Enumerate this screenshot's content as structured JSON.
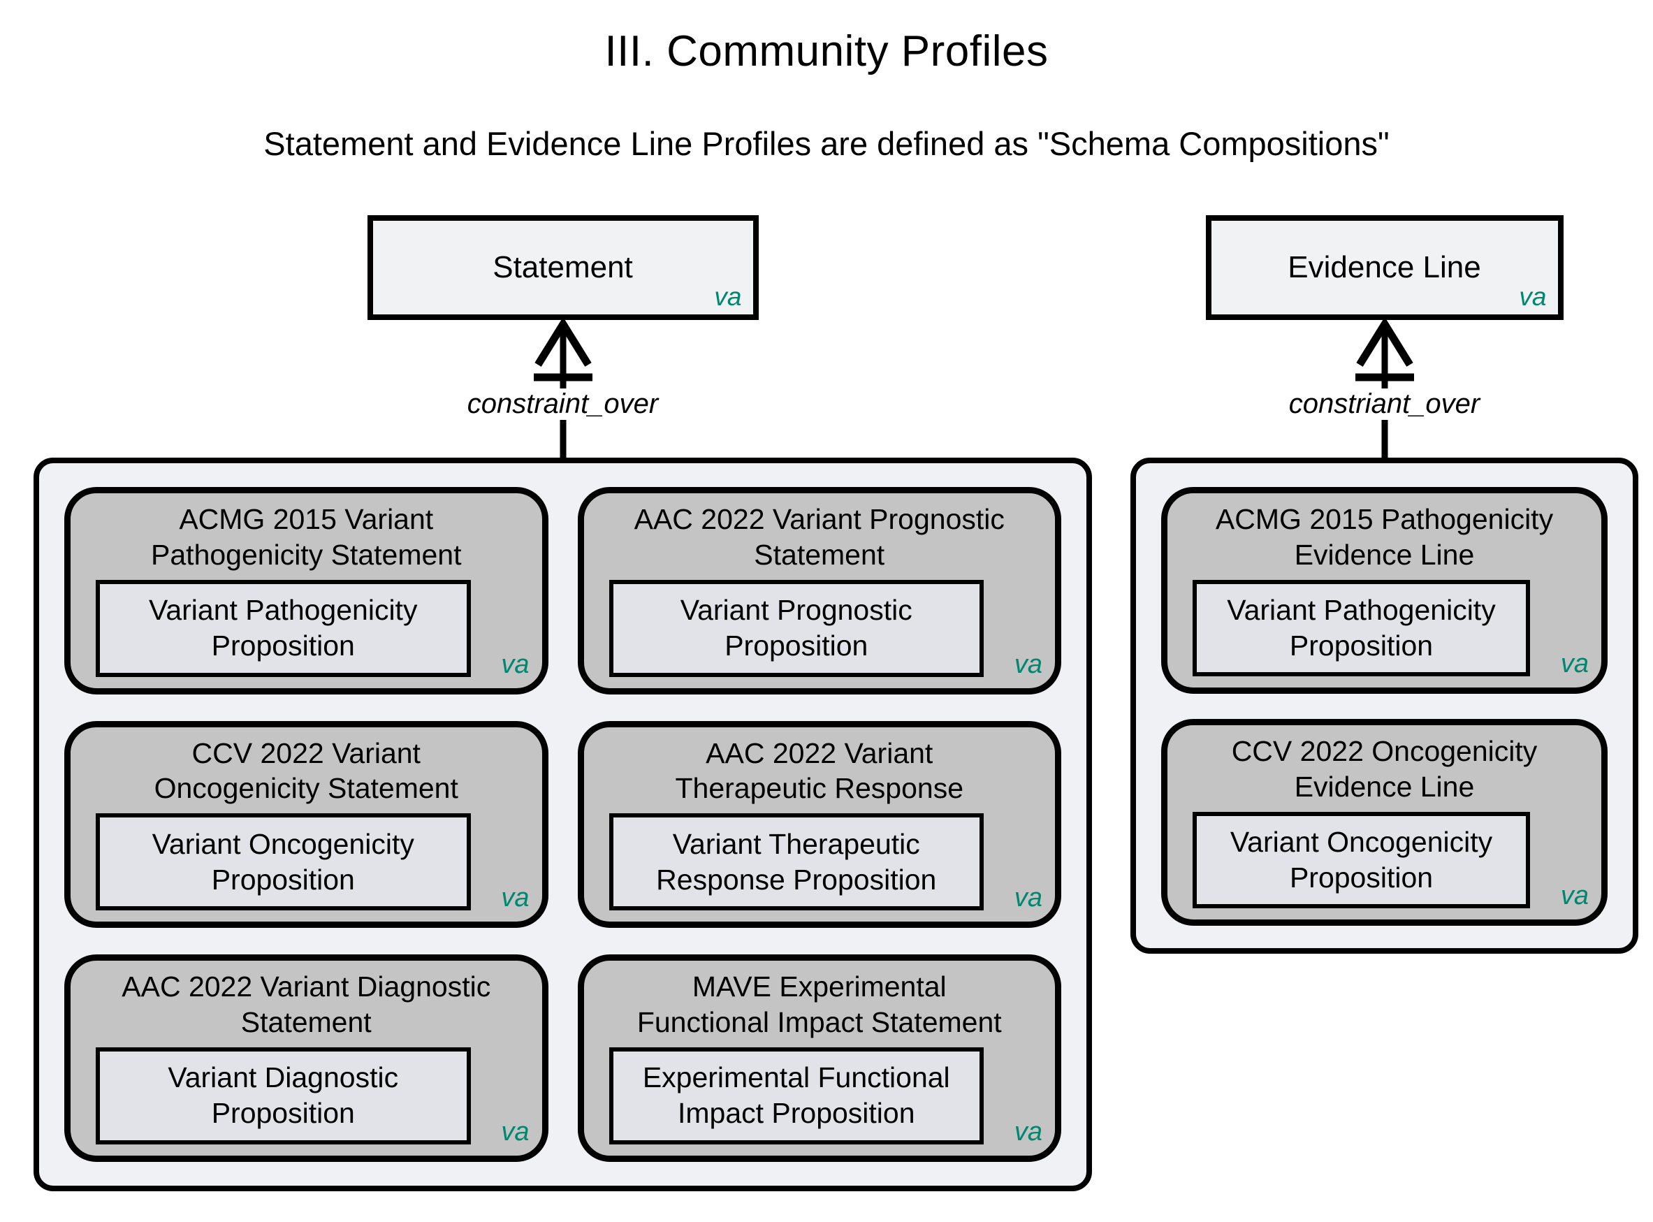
{
  "title": "III. Community Profiles",
  "subtitle": "Statement and Evidence Line Profiles are defined as \"Schema Compositions\"",
  "va_tag": "va",
  "colors": {
    "teal": "#00876F",
    "card-gray": "#c4c4c4",
    "container-gray": "#f0f1f4",
    "inner-gray": "#e1e3e8",
    "parent-gray": "#f1f2f4",
    "line-black": "#000000"
  },
  "left": {
    "parent": "Statement",
    "edge_label": "constraint_over",
    "profiles": [
      {
        "title": "ACMG 2015 Variant\nPathogenicity Statement",
        "proposition": "Variant Pathogenicity\nProposition"
      },
      {
        "title": "AAC 2022 Variant Prognostic\nStatement",
        "proposition": "Variant Prognostic\nProposition"
      },
      {
        "title": "CCV 2022 Variant\nOncogenicity Statement",
        "proposition": "Variant Oncogenicity\nProposition"
      },
      {
        "title": "AAC 2022 Variant\nTherapeutic Response",
        "proposition": "Variant Therapeutic\nResponse Proposition"
      },
      {
        "title": "AAC 2022 Variant Diagnostic\nStatement",
        "proposition": "Variant Diagnostic\nProposition"
      },
      {
        "title": "MAVE Experimental\nFunctional Impact Statement",
        "proposition": "Experimental Functional\nImpact Proposition"
      }
    ]
  },
  "right": {
    "parent": "Evidence Line",
    "edge_label": "constriant_over",
    "profiles": [
      {
        "title": "ACMG 2015 Pathogenicity\nEvidence Line",
        "proposition": "Variant Pathogenicity\nProposition"
      },
      {
        "title": "CCV 2022 Oncogenicity\nEvidence Line",
        "proposition": "Variant Oncogenicity\nProposition"
      }
    ]
  }
}
